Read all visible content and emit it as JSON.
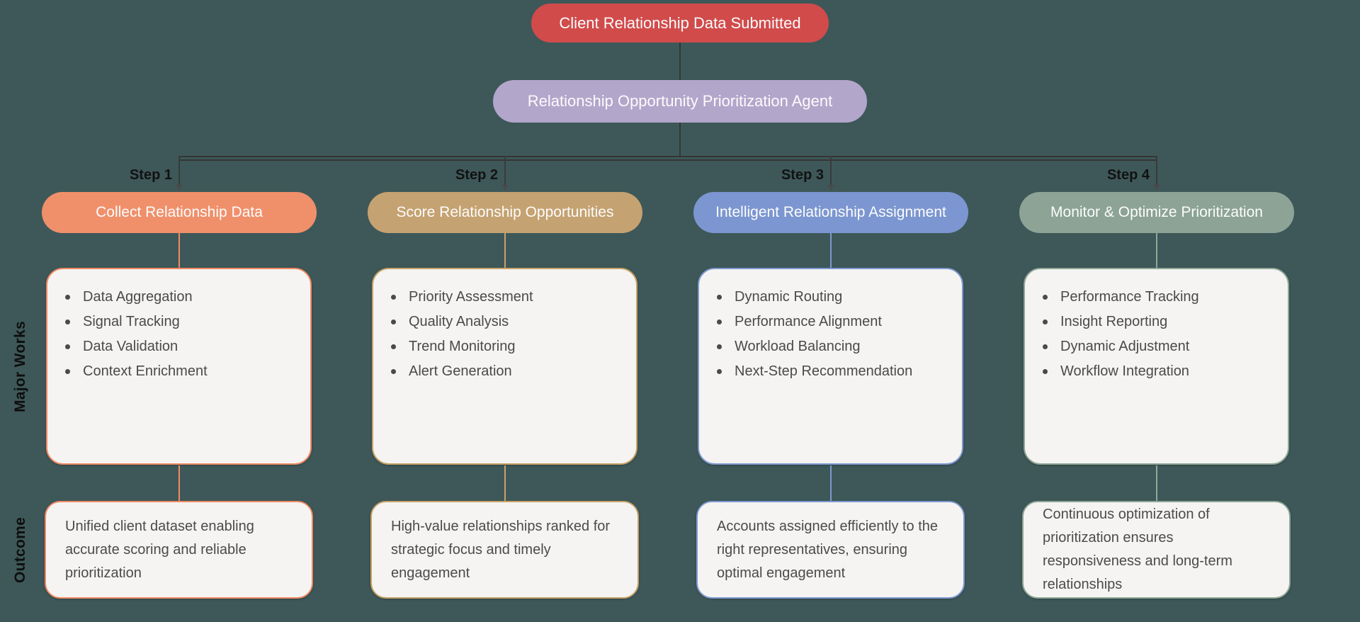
{
  "background_color": "#3E5859",
  "connector_color": "#353535",
  "top": {
    "input_label": "Client Relationship Data Submitted",
    "input_color": "#D14B4B",
    "agent_label": "Relationship Opportunity Prioritization Agent",
    "agent_color": "#B3A6CB"
  },
  "side_labels": {
    "works": "Major Works",
    "outcome": "Outcome"
  },
  "steps": [
    {
      "step_label": "Step 1",
      "title": "Collect Relationship Data",
      "header_color": "#F0906B",
      "border_color": "#F08A64",
      "works": [
        "Data Aggregation",
        "Signal Tracking",
        "Data Validation",
        "Context Enrichment"
      ],
      "outcome": "Unified client dataset enabling accurate scoring and reliable prioritization"
    },
    {
      "step_label": "Step 2",
      "title": "Score Relationship Opportunities",
      "header_color": "#C5A271",
      "border_color": "#C7A267",
      "works": [
        "Priority Assessment",
        "Quality Analysis",
        "Trend Monitoring",
        "Alert Generation"
      ],
      "outcome": "High-value relationships ranked for strategic focus and timely engagement"
    },
    {
      "step_label": "Step 3",
      "title": "Intelligent Relationship Assignment",
      "header_color": "#7B96D0",
      "border_color": "#7E99D0",
      "works": [
        "Dynamic Routing",
        "Performance Alignment",
        "Workload Balancing",
        "Next-Step Recommendation"
      ],
      "outcome": "Accounts assigned efficiently to the right representatives, ensuring optimal engagement"
    },
    {
      "step_label": "Step 4",
      "title": "Monitor & Optimize Prioritization",
      "header_color": "#8CA396",
      "border_color": "#90A797",
      "works": [
        "Performance Tracking",
        "Insight Reporting",
        "Dynamic Adjustment",
        "Workflow Integration"
      ],
      "outcome": "Continuous optimization of prioritization ensures responsiveness and long-term relationships"
    }
  ]
}
